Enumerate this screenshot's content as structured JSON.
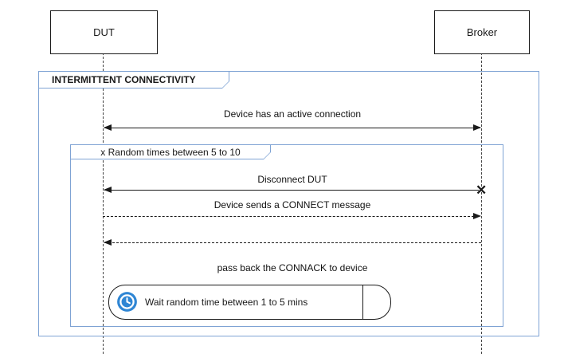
{
  "diagram": {
    "type": "sequence-diagram",
    "participants": [
      {
        "label": "DUT"
      },
      {
        "label": "Broker"
      }
    ],
    "frames": {
      "outer": {
        "label": "INTERMITTENT CONNECTIVITY"
      },
      "loop": {
        "label": "x Random times between 5 to 10"
      }
    },
    "messages": {
      "active_connection": {
        "label": "Device has an active connection",
        "style": "solid",
        "arrows": "both"
      },
      "disconnect": {
        "label": "Disconnect DUT",
        "style": "solid",
        "arrows": "left",
        "end_marker": "destroy-x"
      },
      "connect": {
        "label": "Device sends a CONNECT message",
        "style": "dashed",
        "arrows": "right"
      },
      "connack": {
        "label": "pass back the CONNACK to device",
        "style": "dashed",
        "arrows": "left"
      }
    },
    "wait_box": {
      "label": "Wait random time between 1 to 5 mins",
      "icon": "clock-icon"
    },
    "icons": {
      "destroy_marker": "✕"
    },
    "colors": {
      "frame_border": "#7fa3d4",
      "line": "#1a1a1a",
      "clock_blue": "#2f86d4"
    }
  }
}
